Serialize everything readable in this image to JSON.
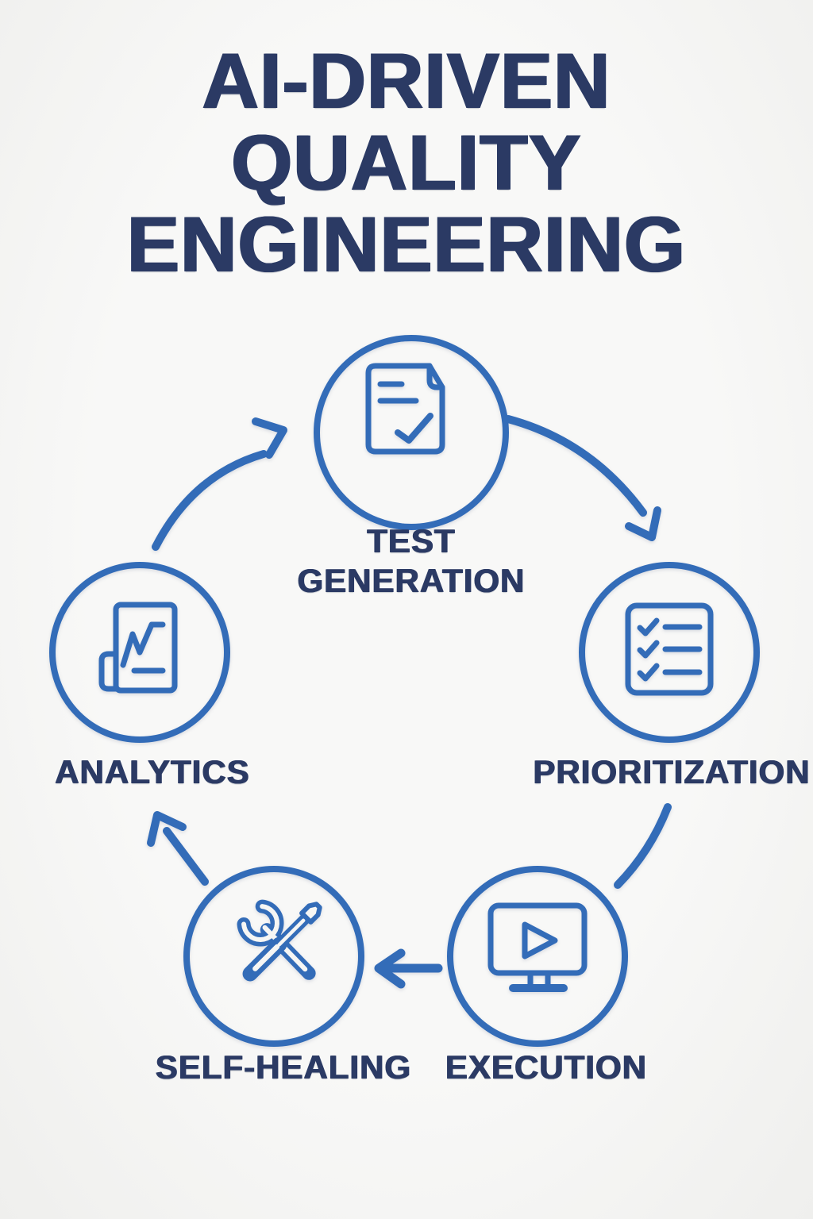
{
  "colors": {
    "background": "#f6f6f4",
    "stroke_blue": "#336cb8",
    "text_navy": "#2b3a64"
  },
  "title": {
    "text": "AI-DRIVEN QUALITY ENGINEERING",
    "line1": "AI-DRIVEN",
    "line2": "QUALITY",
    "line3": "ENGINEERING"
  },
  "cycle": {
    "flow_direction": "clockwise",
    "steps": [
      {
        "id": "test-generation",
        "label": "TEST GENERATION",
        "label_line1": "TEST",
        "label_line2": "GENERATION",
        "icon": "document-check-icon",
        "position": "top"
      },
      {
        "id": "prioritization",
        "label": "PRIORITIZATION",
        "icon": "checklist-icon",
        "position": "right"
      },
      {
        "id": "execution",
        "label": "EXECUTION",
        "icon": "monitor-play-icon",
        "position": "bottom-right"
      },
      {
        "id": "self-healing",
        "label": "SELF-HEALING",
        "icon": "tools-icon",
        "position": "bottom-left"
      },
      {
        "id": "analytics",
        "label": "ANALYTICS",
        "icon": "report-chart-icon",
        "position": "left"
      }
    ]
  }
}
